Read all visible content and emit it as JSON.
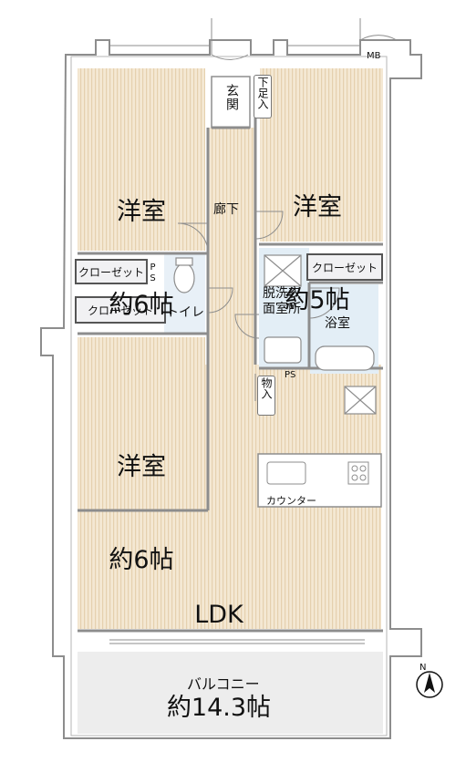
{
  "rooms": {
    "room1_name": "洋室",
    "room1_size": "約6帖",
    "room2_name": "洋室",
    "room2_size": "約5帖",
    "room3_name": "洋室",
    "room3_size": "約6帖",
    "ldk_name": "LDK",
    "ldk_size": "約14.3帖",
    "balcony": "バルコニー",
    "entrance": "玄関",
    "shoe_storage": "下足入",
    "hallway": "廊下",
    "closet_1": "クローゼット",
    "closet_2": "クローゼット",
    "closet_3": "クローゼット",
    "ps_1": "PS",
    "ps_2": "PS",
    "toilet": "トイレ",
    "washroom": "脱洗衣面室所",
    "bathroom": "浴室",
    "storage": "物入",
    "counter": "カウンター",
    "mb": "MB"
  },
  "colors": {
    "floor": "#f3e7d1",
    "floor_stripe": "#e6d2b0",
    "wall": "#9a9a9a",
    "wet_area": "#e3eef6",
    "balcony": "#ececec"
  },
  "compass": "N"
}
